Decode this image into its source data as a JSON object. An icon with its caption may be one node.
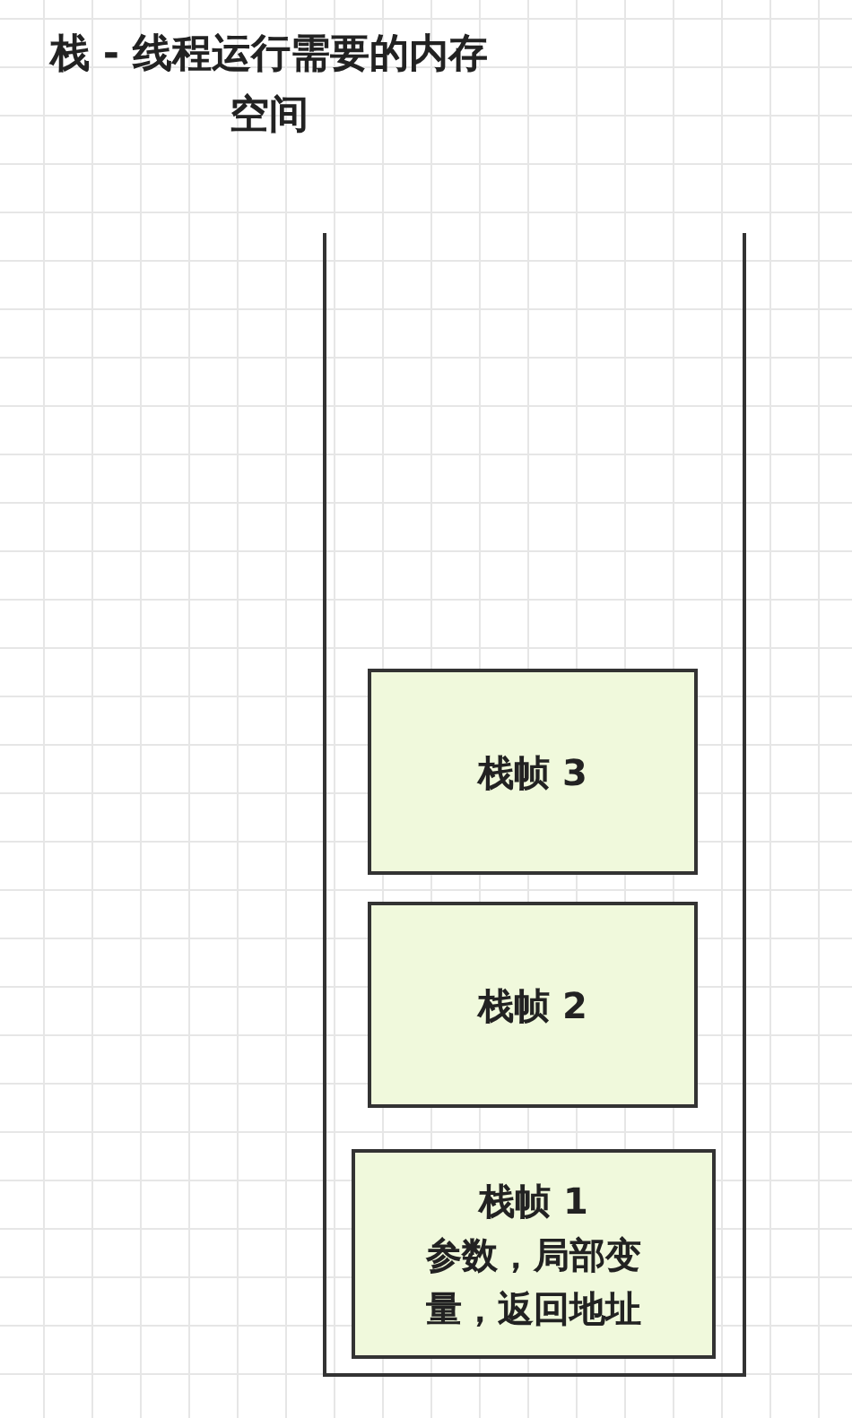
{
  "diagram": {
    "title": "栈 - 线程运行需要的内存空间",
    "nodes": [
      {
        "text": [],
        "shape": "box"
      },
      {
        "text": [
          "栈帧 3"
        ],
        "in": 0
      },
      {
        "text": [
          "栈帧 2"
        ],
        "in": 0
      },
      {
        "text": [
          "栈帧 1",
          "参数，局部变量，返回地址"
        ],
        "in": 0
      }
    ]
  }
}
